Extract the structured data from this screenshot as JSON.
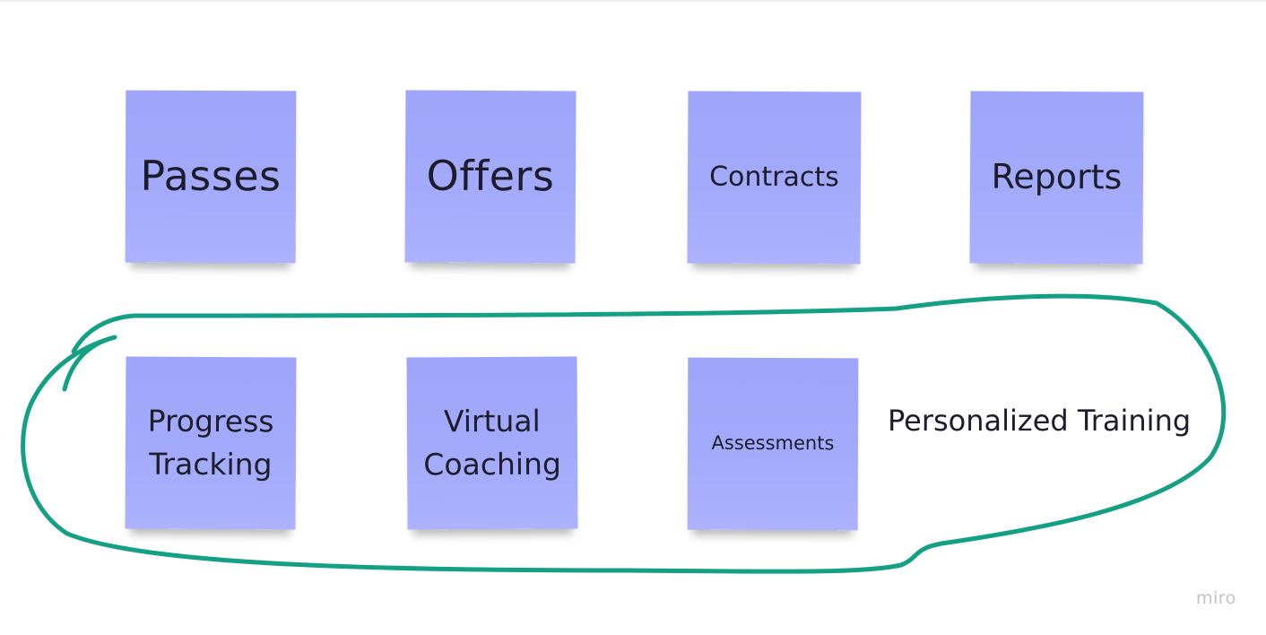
{
  "stickies": [
    {
      "id": "passes",
      "lines": [
        "Passes"
      ]
    },
    {
      "id": "offers",
      "lines": [
        "Offers"
      ]
    },
    {
      "id": "contracts",
      "lines": [
        "Contracts"
      ]
    },
    {
      "id": "reports",
      "lines": [
        "Reports"
      ]
    },
    {
      "id": "progress-tracking",
      "lines": [
        "Progress",
        "Tracking"
      ]
    },
    {
      "id": "virtual-coaching",
      "lines": [
        "Virtual",
        "Coaching"
      ]
    },
    {
      "id": "assessments",
      "lines": [
        "Assessments"
      ]
    }
  ],
  "free_text": "Personalized Training",
  "watermark": "miro",
  "colors": {
    "sticky_fill": "#a3aafb",
    "loop_stroke": "#14a085",
    "text": "#1c1c2a",
    "watermark": "#c2c2c8"
  }
}
